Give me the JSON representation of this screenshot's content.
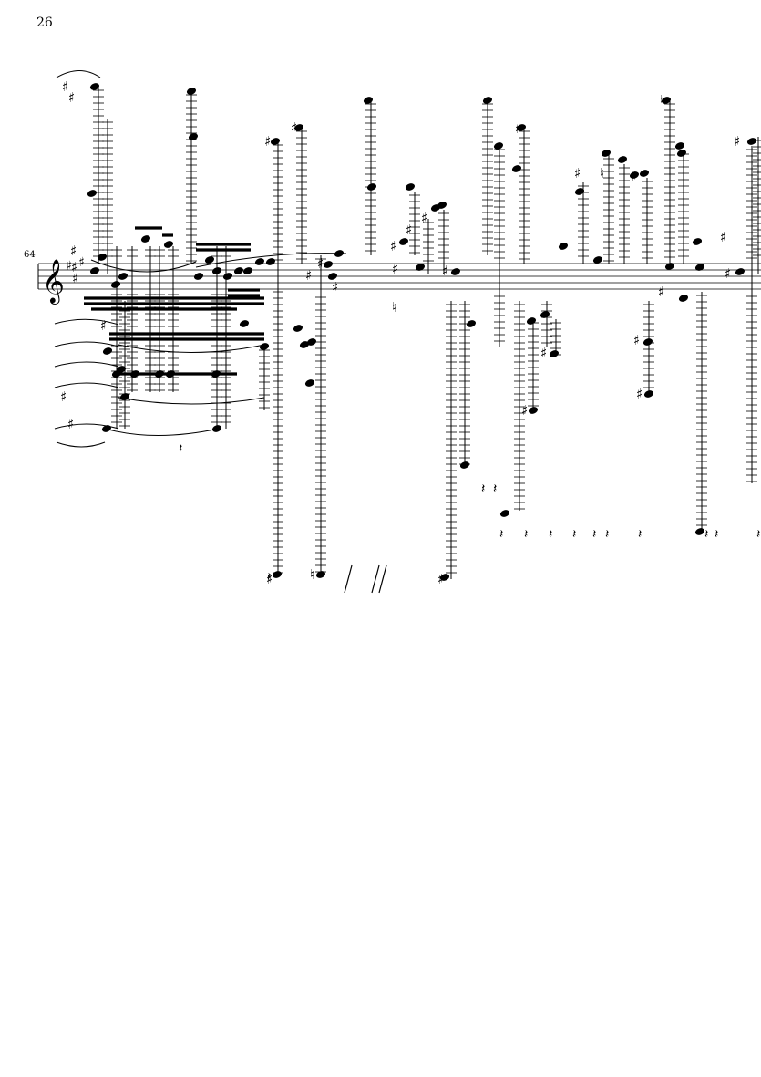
{
  "page": {
    "page_number": "26",
    "measure_number": "64"
  },
  "staff": {
    "clef": "treble",
    "key_signature": "A major (three sharps)",
    "ink_color": "#000000",
    "paper_color": "#ffffff"
  }
}
